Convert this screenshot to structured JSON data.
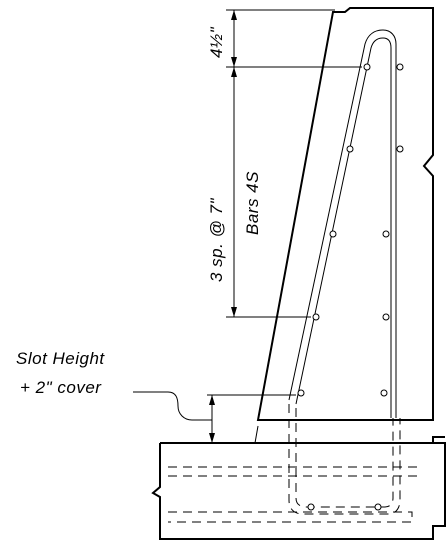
{
  "dimensions": {
    "top_spacing": "4½\"",
    "spacing_line1": "3 sp. @ 7\"",
    "spacing_line2": "Bars 4S"
  },
  "callout": {
    "line1": "Slot Height",
    "line2": "+ 2\" cover"
  }
}
